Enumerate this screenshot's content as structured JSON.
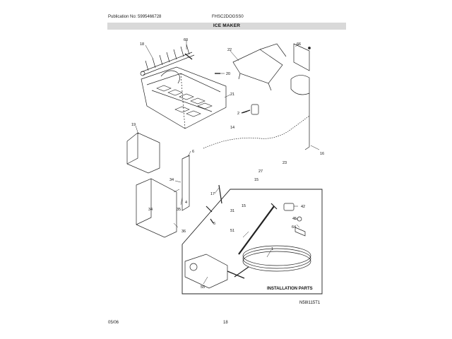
{
  "header": {
    "publication_no": "Publication No: 5995466728",
    "model": "FHSC2DOGSS0",
    "section_title": "ICE MAKER"
  },
  "callouts": [
    "18",
    "60",
    "22",
    "66",
    "20",
    "21",
    "2",
    "14",
    "19",
    "16",
    "6",
    "23",
    "27",
    "15",
    "34",
    "4",
    "17",
    "34",
    "35",
    "31",
    "15",
    "6",
    "36",
    "42",
    "45",
    "64",
    "51",
    "1",
    "55"
  ],
  "installation_label": "INSTALLATION PARTS",
  "diagram_ref": "N58I115T1",
  "footer": {
    "date": "05/06",
    "page": "18"
  }
}
